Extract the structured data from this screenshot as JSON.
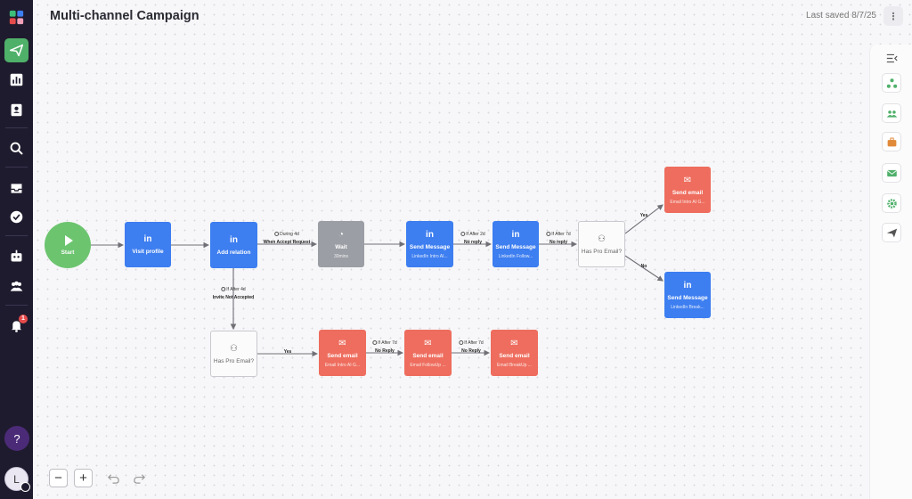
{
  "header": {
    "title": "Multi-channel Campaign",
    "last_saved": "Last saved 8/7/25",
    "more_icon": "⋮"
  },
  "sidebar": {
    "notification_count": "1",
    "help_label": "?",
    "avatar_initial": "L"
  },
  "controls": {
    "zoom_out": "−",
    "zoom_in": "+"
  },
  "icons": {
    "linkedin": "in",
    "email": "✉",
    "wait": "◔",
    "condition": "⚇"
  },
  "colors": {
    "linkedin": "#3d7ef0",
    "email": "#ee6d5e",
    "wait": "#9b9ea4",
    "start": "#6cc46f",
    "sidebar": "#1f1b2e",
    "accent": "#4fb06a"
  },
  "nodes": {
    "start": {
      "title": "Start"
    },
    "visit_profile": {
      "title": "Visit profile"
    },
    "add_relation": {
      "title": "Add relation"
    },
    "wait": {
      "title": "Wait",
      "sub": "30mins"
    },
    "msg1": {
      "title": "Send Message",
      "sub": "LinkedIn Intro AI..."
    },
    "msg2": {
      "title": "Send Message",
      "sub": "LinkedIn Follow..."
    },
    "cond_top": {
      "title": "Has Pro Email?"
    },
    "email_top": {
      "title": "Send email",
      "sub": "Email Intro AI G..."
    },
    "msg3": {
      "title": "Send Message",
      "sub": "LinkedIn Break..."
    },
    "cond_bottom": {
      "title": "Has Pro Email?"
    },
    "email1": {
      "title": "Send email",
      "sub": "Email Intro AI G..."
    },
    "email2": {
      "title": "Send email",
      "sub": "Email FollowUp ..."
    },
    "email3": {
      "title": "Send email",
      "sub": "Email BreakUp ..."
    }
  },
  "labels": {
    "during": "During 4d",
    "when_accept": "When Accept Request",
    "if_after_2d": "If After 2d",
    "no_reply_1": "No reply",
    "if_after_7d_top": "If After 7d",
    "no_reply_2": "No reply",
    "yes_top": "Yes",
    "no_top": "No",
    "if_after_4d": "If After 4d",
    "invite_not_accepted": "Invite Not Accepted",
    "yes_bottom": "Yes",
    "if_after_7d_bottom": "If After 7d",
    "no_reply_3": "No Reply",
    "if_after_7d_bottom2": "If After 7d",
    "no_reply_4": "No Reply"
  }
}
